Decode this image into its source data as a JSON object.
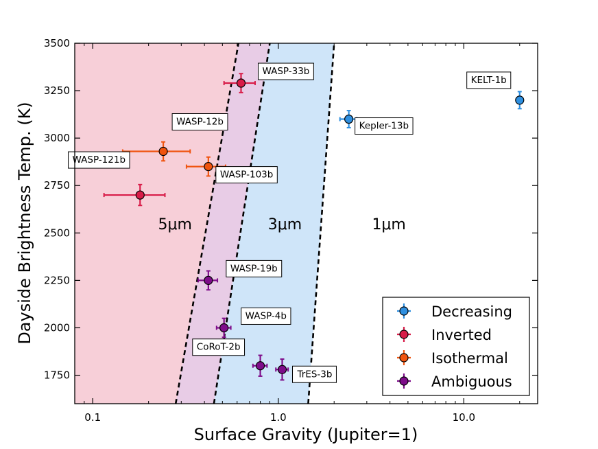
{
  "chart_data": {
    "type": "scatter",
    "xlabel": "Surface Gravity (Jupiter=1)",
    "ylabel": "Dayside Brightness Temp. (K)",
    "xscale": "log",
    "xlim": [
      0.08,
      25
    ],
    "ylim": [
      1600,
      3500
    ],
    "x_ticks": [
      0.1,
      1.0,
      10.0
    ],
    "x_tick_labels": [
      "0.1",
      "1.0",
      "10.0"
    ],
    "y_ticks": [
      1750,
      2000,
      2250,
      2500,
      2750,
      3000,
      3250,
      3500
    ],
    "y_tick_labels": [
      "1750",
      "2000",
      "2250",
      "2500",
      "2750",
      "3000",
      "3250",
      "3500"
    ],
    "regions": [
      {
        "label": "5μm",
        "label_x": 0.225,
        "label_y": 2520,
        "line_bottom_x": 0.28,
        "line_top_x": 0.61
      },
      {
        "label": "3μm",
        "label_x": 0.88,
        "label_y": 2520,
        "line_bottom_x": 0.45,
        "line_top_x": 0.9
      },
      {
        "label": "1μm",
        "label_x": 3.2,
        "label_y": 2520,
        "line_bottom_x": 1.45,
        "line_top_x": 2.0
      }
    ],
    "region_colors": [
      "#f7cfd8",
      "#e8cce6",
      "#cfe5f9"
    ],
    "series": [
      {
        "name": "Decreasing",
        "color": "#2e8fe0",
        "points": [
          {
            "label": "Kepler-13b",
            "x": 2.4,
            "y": 3100,
            "xerr": 0.25,
            "yerr": 45
          },
          {
            "label": "KELT-1b",
            "x": 20.0,
            "y": 3200,
            "xerr": 0.8,
            "yerr": 45
          }
        ]
      },
      {
        "name": "Inverted",
        "color": "#d81c48",
        "points": [
          {
            "label": "WASP-33b",
            "x": 0.63,
            "y": 3290,
            "xerr": 0.12,
            "yerr": 50
          },
          {
            "label": "WASP-121b",
            "x": 0.18,
            "y": 2700,
            "xerr": 0.065,
            "yerr": 55
          }
        ]
      },
      {
        "name": "Isothermal",
        "color": "#f0540f",
        "points": [
          {
            "label": "WASP-12b",
            "x": 0.24,
            "y": 2930,
            "xerr": 0.095,
            "yerr": 50
          },
          {
            "label": "WASP-103b",
            "x": 0.42,
            "y": 2850,
            "xerr": 0.1,
            "yerr": 50
          }
        ]
      },
      {
        "name": "Ambiguous",
        "color": "#7e0c8a",
        "points": [
          {
            "label": "WASP-19b",
            "x": 0.42,
            "y": 2250,
            "xerr": 0.05,
            "yerr": 50
          },
          {
            "label": "WASP-4b",
            "x": 0.51,
            "y": 2000,
            "xerr": 0.045,
            "yerr": 50
          },
          {
            "label": "CoRoT-2b",
            "x": 0.8,
            "y": 1800,
            "xerr": 0.07,
            "yerr": 55
          },
          {
            "label": "TrES-3b",
            "x": 1.05,
            "y": 1780,
            "xerr": 0.08,
            "yerr": 55
          }
        ]
      }
    ],
    "legend": {
      "position": "lower-right",
      "entries": [
        "Decreasing",
        "Inverted",
        "Isothermal",
        "Ambiguous"
      ]
    }
  }
}
